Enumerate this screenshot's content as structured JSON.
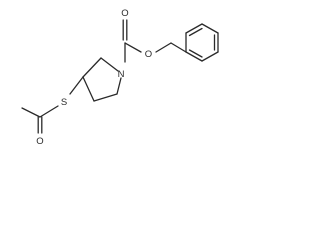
{
  "molecule": {
    "atoms": {
      "carbonyl_oxygen": "O",
      "ester_oxygen": "O",
      "ring_nitrogen": "N",
      "sulfur": "S",
      "acetyl_oxygen": "O"
    }
  }
}
